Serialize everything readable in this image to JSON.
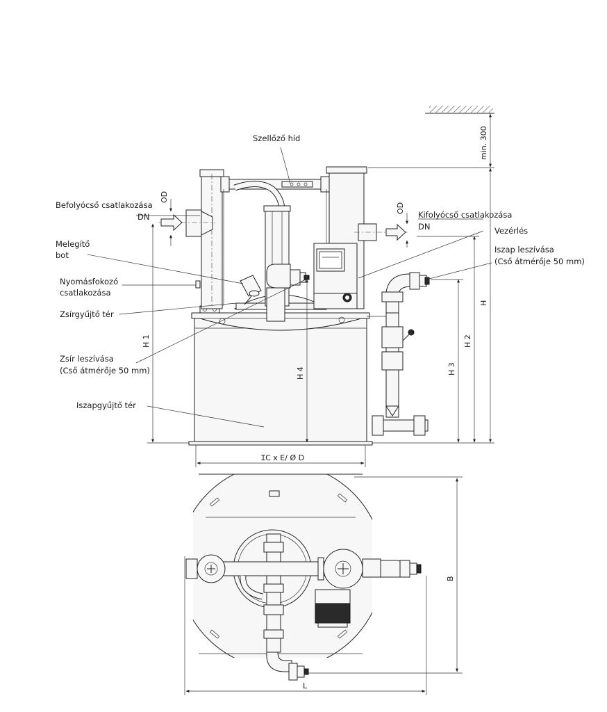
{
  "labels": {
    "vent_bridge": "Szellőző híd",
    "inlet_line1": "Befolyócső csatlakozása",
    "inlet_line2": "DN",
    "outlet_line1": "Kifolyócső csatlakozása",
    "outlet_line2": "DN",
    "control": "Vezérlés",
    "sludge_suction_line1": "Iszap leszívása",
    "sludge_suction_line2": "(Cső átmérője 50 mm)",
    "heater_line1": "Melegítő",
    "heater_line2": "bot",
    "pressure_line1": "Nyomásfokozó",
    "pressure_line2": "csatlakozása",
    "grease_chamber": "Zsírgyűjtő tér",
    "grease_suction_line1": "Zsír leszívása",
    "grease_suction_line2": "(Cső átmérője 50 mm)",
    "sludge_chamber": "Iszapgyűjtő tér"
  },
  "dimensions": {
    "min_clearance": "min. 300",
    "od_left": "OD",
    "od_right": "OD",
    "h": "H",
    "h1": "H 1",
    "h2": "H 2",
    "h3": "H 3",
    "h4": "H 4",
    "base_width": "ꞮC x E/ Ø D",
    "b": "B",
    "l": "L"
  }
}
